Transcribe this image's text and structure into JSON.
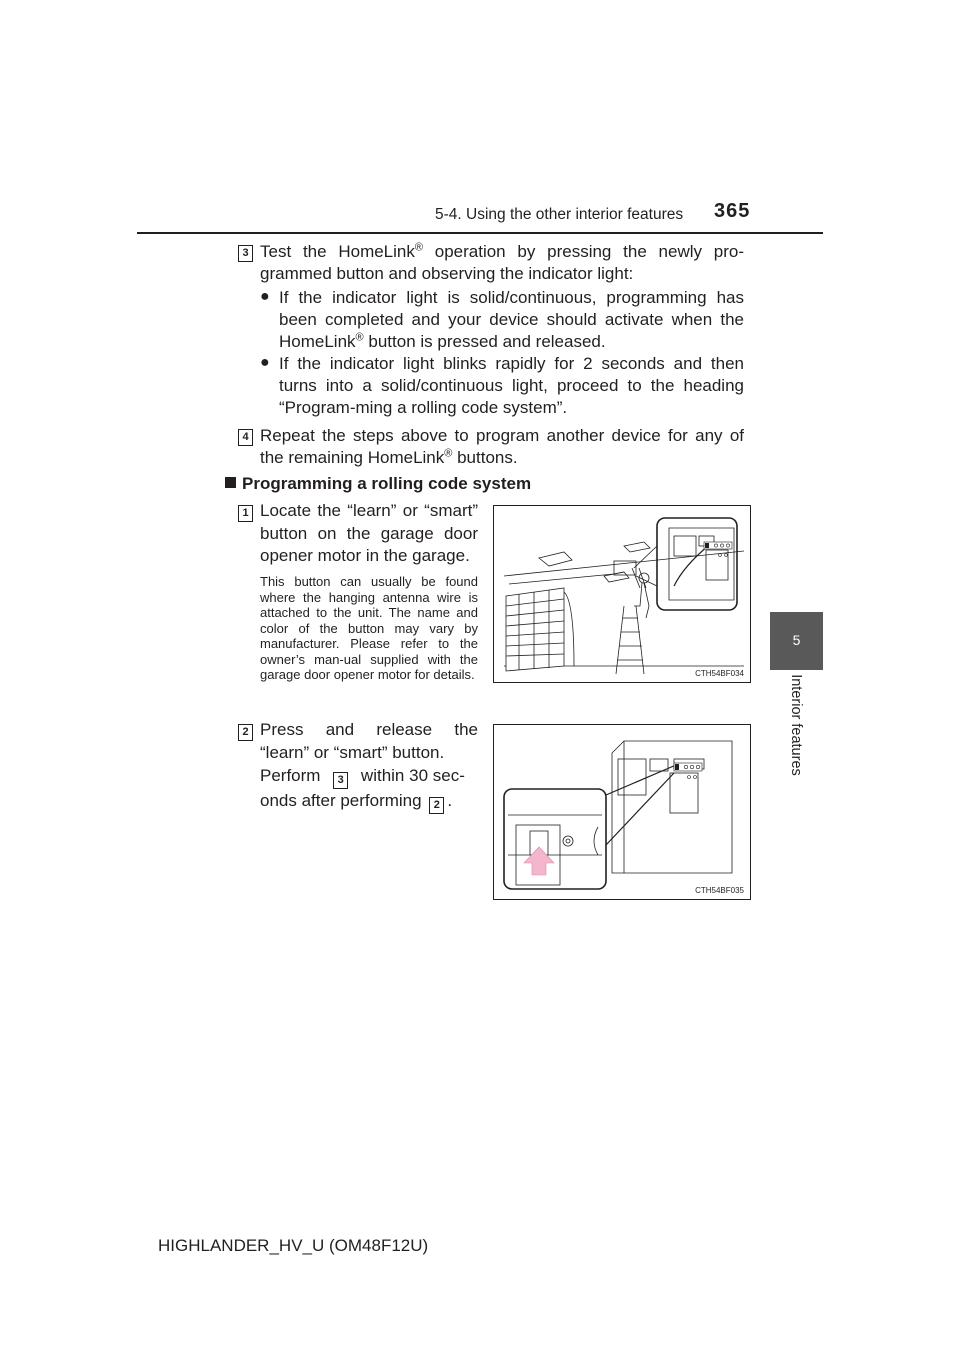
{
  "header": {
    "section": "5-4. Using the other interior features",
    "page_number": "365"
  },
  "side_tab": {
    "number": "5",
    "label": "Interior features"
  },
  "step3": {
    "badge": "3",
    "text_a": "Test the HomeLink",
    "reg": "®",
    "text_b": " operation by pressing the newly pro-grammed button and observing the indicator light:",
    "bullet1_a": "If the indicator light is solid/continuous, programming has been completed and your device should activate when the HomeLink",
    "bullet1_b": " button is pressed and released.",
    "bullet2": "If the indicator light blinks rapidly for 2 seconds and then turns into a solid/continuous light, proceed to the heading “Program-ming a rolling code system”."
  },
  "step4": {
    "badge": "4",
    "text_a": "Repeat the steps above to program another device for any of the remaining HomeLink",
    "text_b": " buttons."
  },
  "section": {
    "title": "Programming a rolling code system"
  },
  "rc_step1": {
    "badge": "1",
    "text": "Locate the “learn” or “smart” button on the garage door opener motor in the garage.",
    "note": "This button can usually be found where the hanging antenna wire is attached to the unit. The name and color of the button may vary by manufacturer. Please refer to the owner’s man-ual supplied with the garage door opener motor for details."
  },
  "rc_step2": {
    "badge": "2",
    "text": "Press and release the “learn” or “smart” button.",
    "perform_a": "Perform",
    "perform_badge": "3",
    "perform_b": " within 30 sec-onds after performing",
    "perform_badge2": "2",
    "perform_c": "."
  },
  "figure1": {
    "code": "CTH54BF034"
  },
  "figure2": {
    "code": "CTH54BF035"
  },
  "footer": {
    "text": "HIGHLANDER_HV_U (OM48F12U)"
  },
  "colors": {
    "tab": "#595959",
    "arrow": "#f4b6cf",
    "text": "#231f20"
  }
}
